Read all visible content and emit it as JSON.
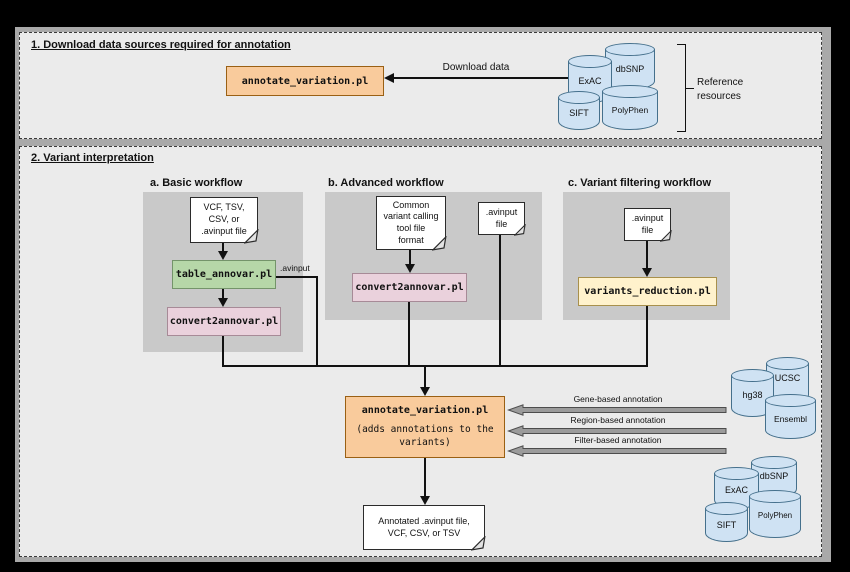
{
  "colors": {
    "canvas_bg": "#000000",
    "page_bg": "#a9a9a9",
    "section_bg": "#ebebeb",
    "panel_gray": "#c9c9c9",
    "tool_orange": "#f9cb9c",
    "tool_green": "#b6d7a8",
    "tool_pink": "#ead1dc",
    "tool_yellow": "#fff2cc",
    "db_blue": "#cfe2f3",
    "block_arrow_gray": "#9b9b9b",
    "line_black": "#111111"
  },
  "section1": {
    "title": "1. Download data sources required for annotation",
    "tool": "annotate_variation.pl",
    "download_label": "Download data",
    "databases": [
      "dbSNP",
      "ExAC",
      "PolyPhen",
      "SIFT"
    ],
    "bracket_label": "Reference resources"
  },
  "section2": {
    "title": "2. Variant interpretation",
    "workflow_a": {
      "label": "a. Basic workflow",
      "input_doc": "VCF, TSV,\nCSV, or\n.avinput file",
      "step1": "table_annovar.pl",
      "step2": "convert2annovar.pl",
      "edge_label": ".avinput"
    },
    "workflow_b": {
      "label": "b. Advanced workflow",
      "input_doc": "Common\nvariant calling\ntool file\nformat",
      "side_doc": ".avinput\nfile",
      "step1": "convert2annovar.pl"
    },
    "workflow_c": {
      "label": "c. Variant filtering workflow",
      "input_doc": ".avinput\nfile",
      "step1": "variants_reduction.pl"
    },
    "central_tool": {
      "name": "annotate_variation.pl",
      "subtitle": "(adds annotations to the\nvariants)"
    },
    "annotation_arrows": [
      "Gene-based annotation",
      "Region-based annotation",
      "Filter-based annotation"
    ],
    "gene_region_databases": [
      "UCSC",
      "hg38",
      "Ensembl"
    ],
    "filter_databases": [
      "dbSNP",
      "ExAC",
      "PolyPhen",
      "SIFT"
    ],
    "output_doc": "Annotated .avinput file,\nVCF, CSV, or TSV"
  }
}
